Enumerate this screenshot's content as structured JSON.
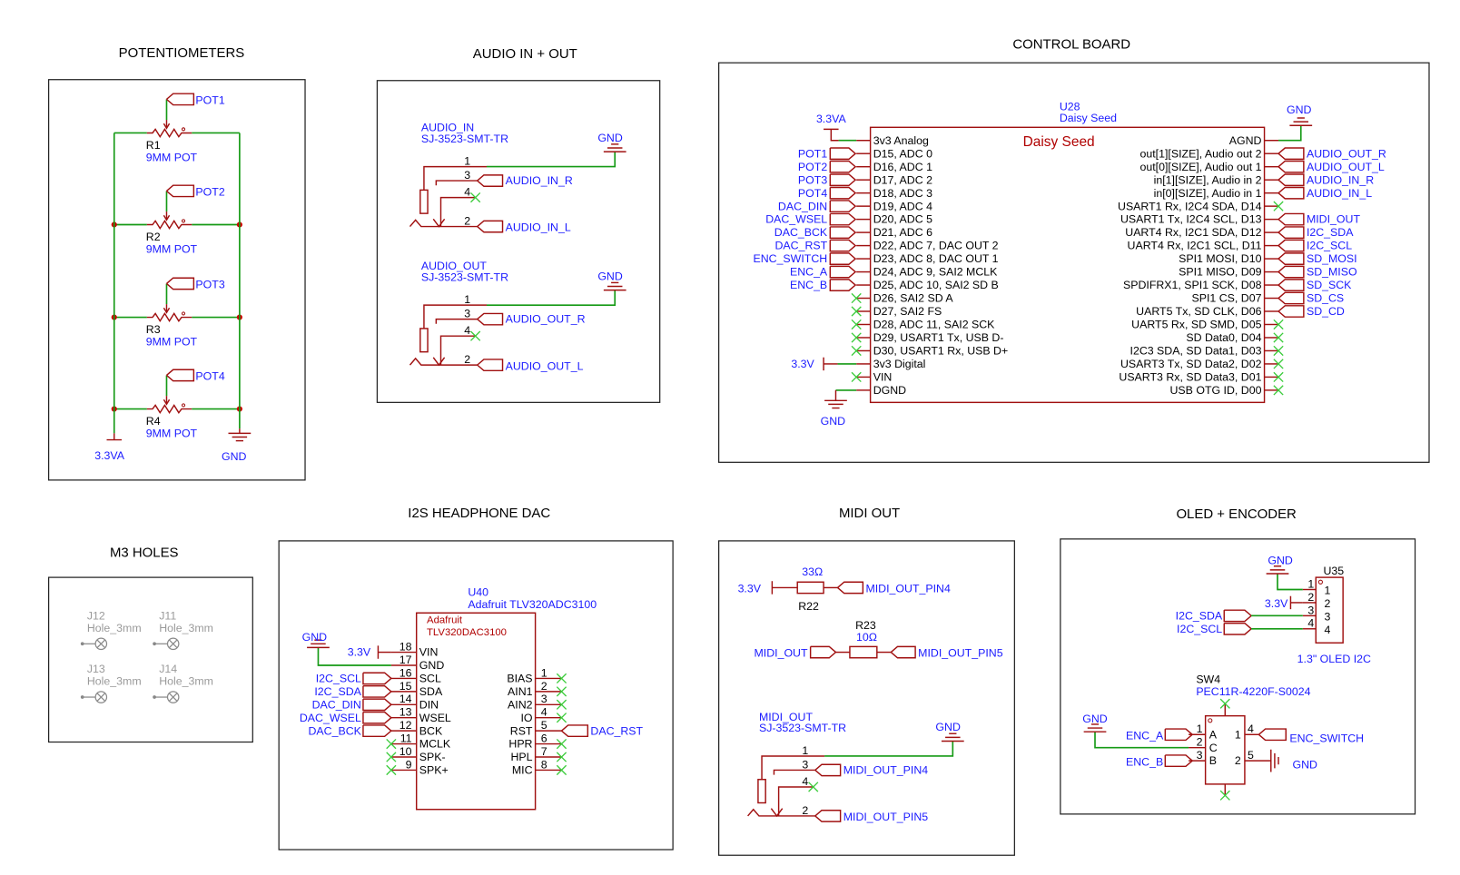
{
  "sections": {
    "potentiometers": "POTENTIOMETERS",
    "audio": "AUDIO IN + OUT",
    "control": "CONTROL BOARD",
    "dac": "I2S HEADPHONE DAC",
    "midi": "MIDI OUT",
    "oled": "OLED + ENCODER",
    "holes": "M3 HOLES"
  },
  "colors": {
    "wire": "#a01010",
    "net_wire": "#159a15",
    "label_text": "#1a1aff",
    "no_connect": "#3ccc3c",
    "junction": "#cc0000"
  },
  "pots": [
    {
      "ref": "R1",
      "value": "9MM POT",
      "net": "POT1"
    },
    {
      "ref": "R2",
      "value": "9MM POT",
      "net": "POT2"
    },
    {
      "ref": "R3",
      "value": "9MM POT",
      "net": "POT3"
    },
    {
      "ref": "R4",
      "value": "9MM POT",
      "net": "POT4"
    }
  ],
  "pot_supply": "3.3VA",
  "pot_ground": "GND",
  "audio": [
    {
      "ref": "AUDIO_IN",
      "part": "SJ-3523-SMT-TR",
      "ground": "GND",
      "pin_numbers": [
        "1",
        "3",
        "4",
        "2"
      ],
      "net_r": "AUDIO_IN_R",
      "net_l": "AUDIO_IN_L"
    },
    {
      "ref": "AUDIO_OUT",
      "part": "SJ-3523-SMT-TR",
      "ground": "GND",
      "pin_numbers": [
        "1",
        "3",
        "4",
        "2"
      ],
      "net_r": "AUDIO_OUT_R",
      "net_l": "AUDIO_OUT_L"
    }
  ],
  "control": {
    "ref": "U28",
    "value": "Daisy Seed",
    "body_label": "Daisy Seed",
    "supply_analog": "3.3VA",
    "supply_digital": "3.3V",
    "ground_left": "GND",
    "ground_right": "GND",
    "left_pins": [
      {
        "name": "3v3 Analog"
      },
      {
        "name": "D15, ADC 0",
        "net": "POT1"
      },
      {
        "name": "D16, ADC 1",
        "net": "POT2"
      },
      {
        "name": "D17, ADC 2",
        "net": "POT3"
      },
      {
        "name": "D18, ADC 3",
        "net": "POT4"
      },
      {
        "name": "D19, ADC 4",
        "net": "DAC_DIN"
      },
      {
        "name": "D20, ADC 5",
        "net": "DAC_WSEL"
      },
      {
        "name": "D21, ADC 6",
        "net": "DAC_BCK"
      },
      {
        "name": "D22, ADC 7, DAC OUT 2",
        "net": "DAC_RST"
      },
      {
        "name": "D23, ADC 8, DAC OUT 1",
        "net": "ENC_SWITCH"
      },
      {
        "name": "D24, ADC 9, SAI2 MCLK",
        "net": "ENC_A"
      },
      {
        "name": "D25, ADC 10, SAI2 SD B",
        "net": "ENC_B"
      },
      {
        "name": "D26, SAI2 SD A",
        "nc": true
      },
      {
        "name": "D27, SAI2 FS",
        "nc": true
      },
      {
        "name": "D28, ADC 11, SAI2 SCK",
        "nc": true
      },
      {
        "name": "D29, USART1 Tx, USB D-",
        "nc": true
      },
      {
        "name": "D30, USART1 Rx, USB D+",
        "nc": true
      },
      {
        "name": "3v3 Digital"
      },
      {
        "name": "VIN",
        "nc": true
      },
      {
        "name": "DGND"
      }
    ],
    "right_pins": [
      {
        "name": "AGND"
      },
      {
        "name": "out[1][SIZE], Audio out 2",
        "net": "AUDIO_OUT_R"
      },
      {
        "name": "out[0][SIZE], Audio out 1",
        "net": "AUDIO_OUT_L"
      },
      {
        "name": "in[1][SIZE], Audio in 2",
        "net": "AUDIO_IN_R"
      },
      {
        "name": "in[0][SIZE], Audio in 1",
        "net": "AUDIO_IN_L"
      },
      {
        "name": "USART1 Rx, I2C4 SDA, D14",
        "nc": true
      },
      {
        "name": "USART1 Tx, I2C4 SCL, D13",
        "net": "MIDI_OUT"
      },
      {
        "name": "UART4 Rx, I2C1 SDA, D12",
        "net": "I2C_SDA"
      },
      {
        "name": "UART4 Rx, I2C1 SCL, D11",
        "net": "I2C_SCL"
      },
      {
        "name": "SPI1 MOSI, D10",
        "net": "SD_MOSI"
      },
      {
        "name": "SPI1 MISO, D09",
        "net": "SD_MISO"
      },
      {
        "name": "SPDIFRX1, SPI1 SCK, D08",
        "net": "SD_SCK"
      },
      {
        "name": "SPI1 CS, D07",
        "net": "SD_CS"
      },
      {
        "name": "UART5 Tx, SD CLK, D06",
        "net": "SD_CD"
      },
      {
        "name": "UART5 Rx, SD SMD, D05",
        "nc": true
      },
      {
        "name": "SD Data0, D04",
        "nc": true
      },
      {
        "name": "I2C3 SDA, SD Data1, D03",
        "nc": true
      },
      {
        "name": "USART3 Tx, SD Data2, D02",
        "nc": true
      },
      {
        "name": "USART3 Rx, SD Data3, D01",
        "nc": true
      },
      {
        "name": "USB OTG ID, D00",
        "nc": true
      }
    ]
  },
  "dac": {
    "ref": "U40",
    "value": "Adafruit TLV320ADC3100",
    "body_label_1": "Adafruit",
    "body_label_2": "TLV320DAC3100",
    "supply": "3.3V",
    "ground": "GND",
    "left_pins": [
      {
        "num": "18",
        "name": "VIN"
      },
      {
        "num": "17",
        "name": "GND"
      },
      {
        "num": "16",
        "name": "SCL",
        "net": "I2C_SCL"
      },
      {
        "num": "15",
        "name": "SDA",
        "net": "I2C_SDA"
      },
      {
        "num": "14",
        "name": "DIN",
        "net": "DAC_DIN"
      },
      {
        "num": "13",
        "name": "WSEL",
        "net": "DAC_WSEL"
      },
      {
        "num": "12",
        "name": "BCK",
        "net": "DAC_BCK"
      },
      {
        "num": "11",
        "name": "MCLK",
        "nc": true
      },
      {
        "num": "10",
        "name": "SPK-",
        "nc": true
      },
      {
        "num": "9",
        "name": "SPK+",
        "nc": true
      }
    ],
    "right_pins": [
      {
        "num": "1",
        "name": "BIAS",
        "nc": true
      },
      {
        "num": "2",
        "name": "AIN1",
        "nc": true
      },
      {
        "num": "3",
        "name": "AIN2",
        "nc": true
      },
      {
        "num": "4",
        "name": "IO",
        "nc": true
      },
      {
        "num": "5",
        "name": "RST",
        "net": "DAC_RST"
      },
      {
        "num": "6",
        "name": "HPR",
        "nc": true
      },
      {
        "num": "7",
        "name": "HPL",
        "nc": true
      },
      {
        "num": "8",
        "name": "MIC",
        "nc": true
      }
    ]
  },
  "midi": {
    "r22": {
      "ref": "R22",
      "value": "33Ω",
      "supply": "3.3V",
      "net": "MIDI_OUT_PIN4"
    },
    "r23": {
      "ref": "R23",
      "value": "10Ω",
      "net_in": "MIDI_OUT",
      "net_out": "MIDI_OUT_PIN5"
    },
    "jack": {
      "ref": "MIDI_OUT",
      "part": "SJ-3523-SMT-TR",
      "ground": "GND",
      "pin_numbers": [
        "1",
        "3",
        "4",
        "2"
      ],
      "net_r": "MIDI_OUT_PIN4",
      "net_l": "MIDI_OUT_PIN5"
    }
  },
  "oled": {
    "ref": "U35",
    "value": "1.3\" OLED I2C",
    "ground": "GND",
    "supply": "3.3V",
    "pins": [
      {
        "num": "1",
        "name": "1"
      },
      {
        "num": "2",
        "name": "2"
      },
      {
        "num": "3",
        "name": "3",
        "net": "I2C_SDA"
      },
      {
        "num": "4",
        "name": "4",
        "net": "I2C_SCL"
      }
    ]
  },
  "encoder": {
    "ref": "SW4",
    "value": "PEC11R-4220F-S0024",
    "ground_left": "GND",
    "ground_right": "GND",
    "left_pins": [
      {
        "num": "1",
        "name": "A",
        "net": "ENC_A"
      },
      {
        "num": "2",
        "name": "C"
      },
      {
        "num": "3",
        "name": "B",
        "net": "ENC_B"
      }
    ],
    "right_pins": [
      {
        "num": "4",
        "name": "1",
        "net": "ENC_SWITCH"
      },
      {
        "num": "5",
        "name": "2"
      }
    ]
  },
  "holes": [
    {
      "ref": "J12",
      "value": "Hole_3mm"
    },
    {
      "ref": "J11",
      "value": "Hole_3mm"
    },
    {
      "ref": "J13",
      "value": "Hole_3mm"
    },
    {
      "ref": "J14",
      "value": "Hole_3mm"
    }
  ]
}
